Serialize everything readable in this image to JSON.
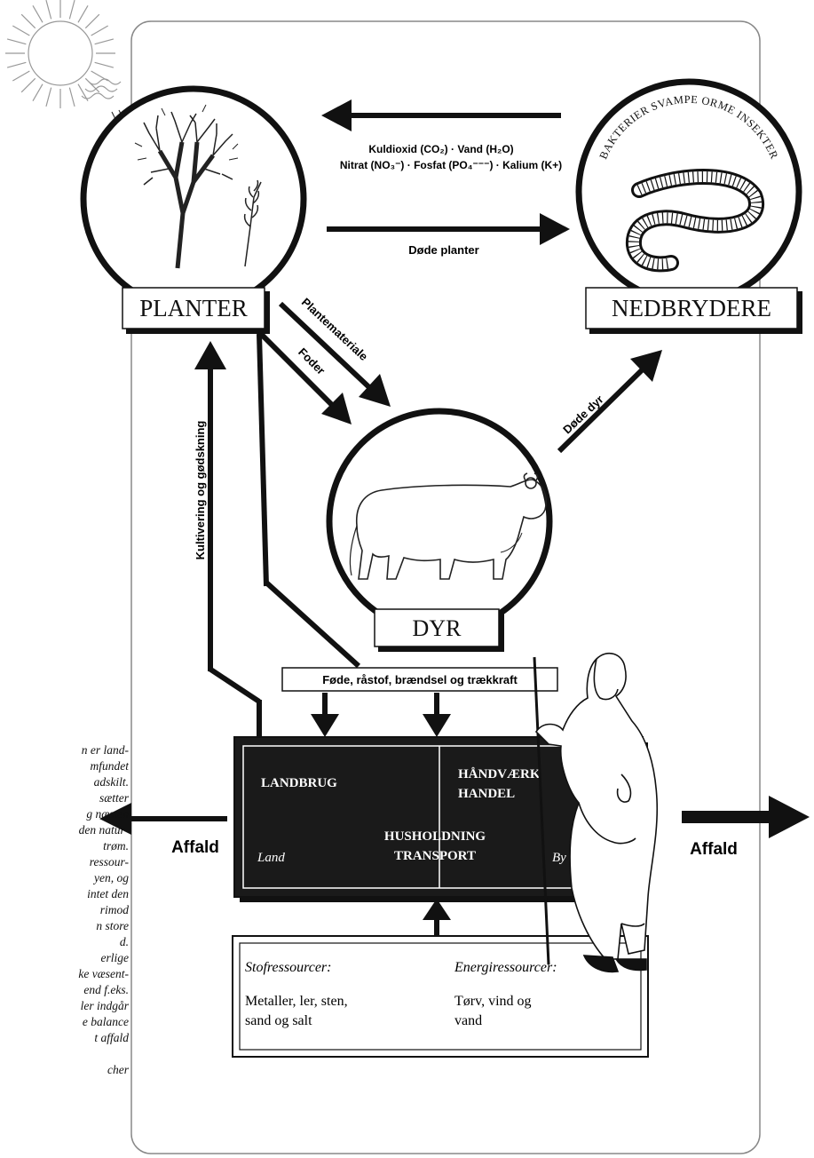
{
  "nodes": {
    "planter": "PLANTER",
    "nedbrydere": "NEDBRYDERE",
    "dyr": "DYR"
  },
  "decomposer_ring": "BAKTERIER SVAMPE ORME INSEKTER",
  "flows": {
    "return_line1": "Kuldioxid (CO₂) · Vand (H₂O)",
    "return_line2": "Nitrat (NO₃⁻) · Fosfat (PO₄⁻⁻⁻) · Kalium (K+)",
    "dead_plants": "Døde planter",
    "plant_material": "Plantemateriale",
    "fodder": "Foder",
    "dead_animals": "Døde dyr",
    "cultivation": "Kultivering og gødskning",
    "products": "Føde, råstof, brændsel og trækkraft",
    "waste_left": "Affald",
    "waste_right": "Affald"
  },
  "society": {
    "landbrug": "LANDBRUG",
    "haandvaerk": "HÅNDVÆRK",
    "handel": "HANDEL",
    "husholdning": "HUSHOLDNING",
    "transport": "TRANSPORT",
    "land": "Land",
    "by": "By"
  },
  "resources": {
    "stof_title": "Stofressourcer:",
    "stof_line1": "Metaller, ler, sten,",
    "stof_line2": "sand og salt",
    "energi_title": "Energiressourcer:",
    "energi_line1": "Tørv, vind og",
    "energi_line2": "vand"
  },
  "side_text": "n er land-\nmfundet\n adskilt.\n sætter\ng næsten\nden natur-\ntrøm.\nressour-\nyen, og\n intet den\nrimod\nn store\nd.\nerlige\nke væsent-\n end f.eks.\nler indgår\ne balance\nt affald\n\ncher"
}
